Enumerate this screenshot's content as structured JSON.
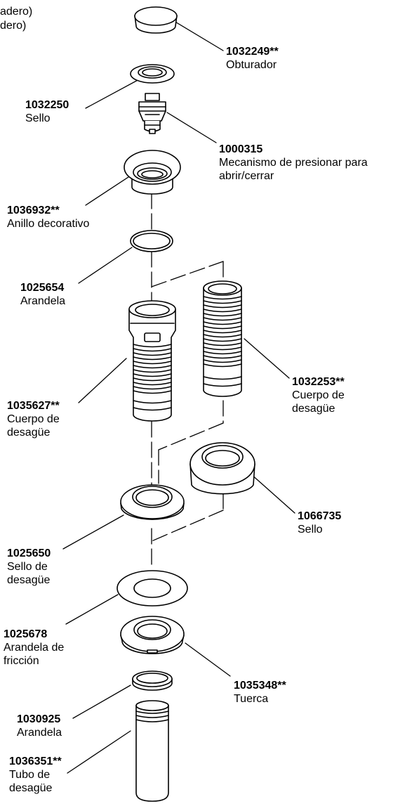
{
  "corner_text": [
    "adero)",
    "dero)"
  ],
  "parts": [
    {
      "id": "p01",
      "number": "1032249**",
      "name": "Obturador"
    },
    {
      "id": "p02",
      "number": "1032250",
      "name": "Sello"
    },
    {
      "id": "p03",
      "number": "1000315",
      "name": "Mecanismo de presionar para abrir/cerrar"
    },
    {
      "id": "p04",
      "number": "1036932**",
      "name": "Anillo decorativo"
    },
    {
      "id": "p05",
      "number": "1025654",
      "name": "Arandela"
    },
    {
      "id": "p06",
      "number": "1035627**",
      "name": "Cuerpo de desagüe"
    },
    {
      "id": "p07",
      "number": "1032253**",
      "name": "Cuerpo de desagüe"
    },
    {
      "id": "p08",
      "number": "1066735",
      "name": "Sello"
    },
    {
      "id": "p09",
      "number": "1025650",
      "name": "Sello de desagüe"
    },
    {
      "id": "p10",
      "number": "1025678",
      "name": "Arandela de fricción"
    },
    {
      "id": "p11",
      "number": "1035348**",
      "name": "Tuerca"
    },
    {
      "id": "p12",
      "number": "1030925",
      "name": "Arandela"
    },
    {
      "id": "p13",
      "number": "1036351**",
      "name": "Tubo de desagüe"
    }
  ]
}
